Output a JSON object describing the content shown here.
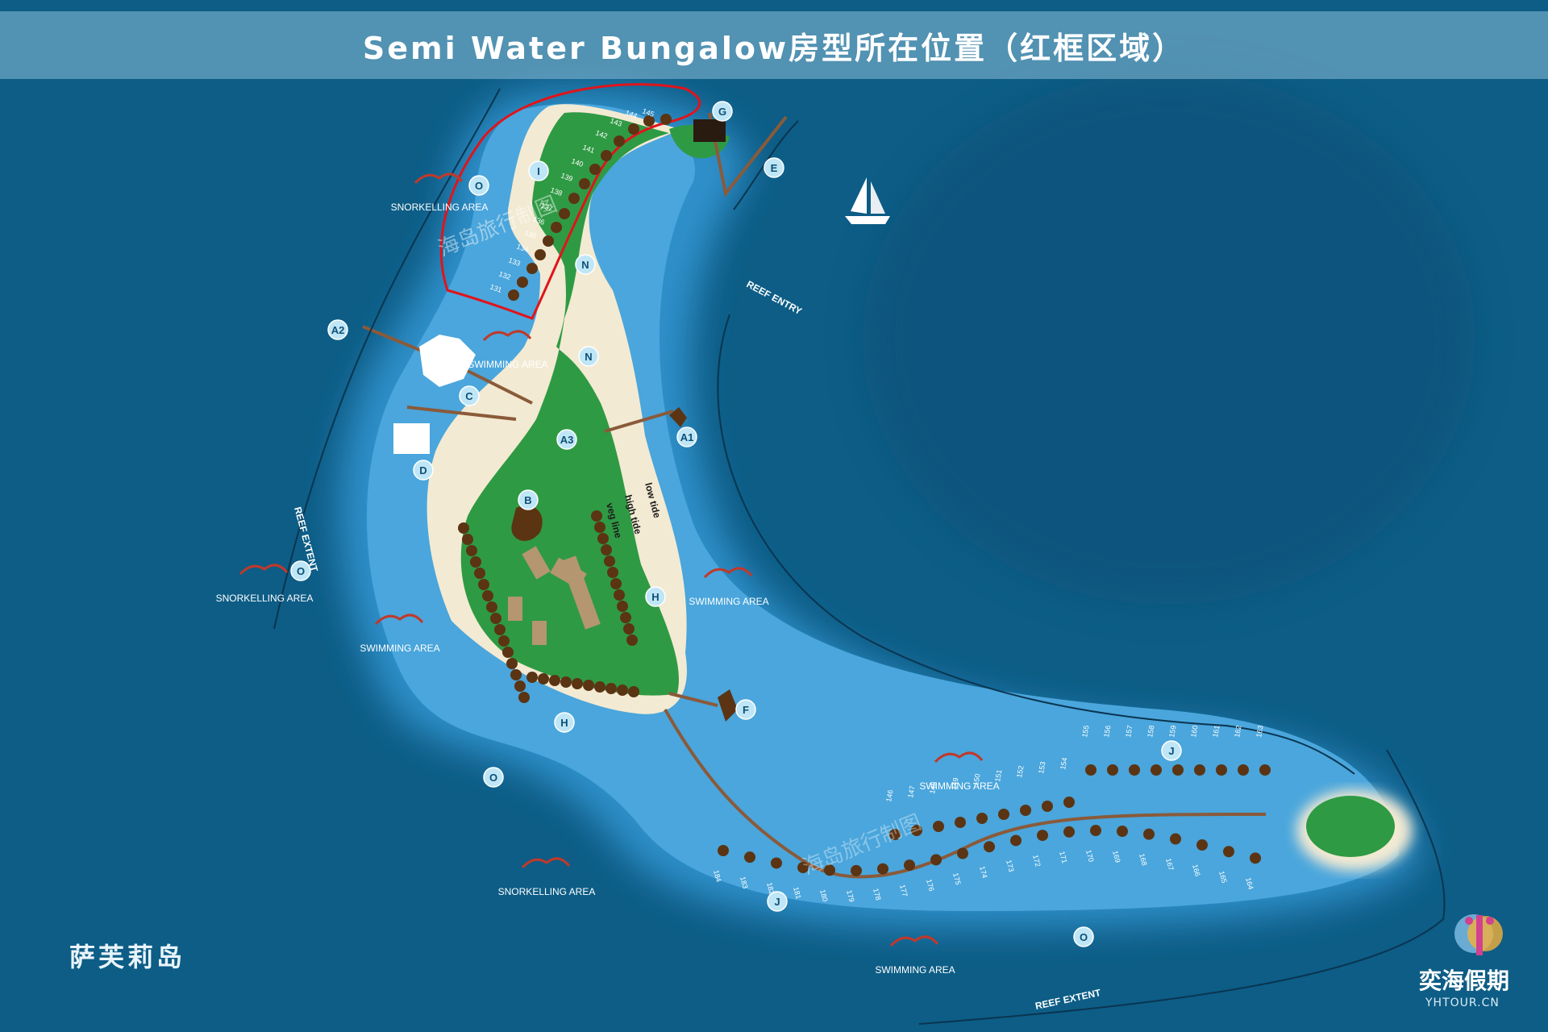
{
  "title": "Semi Water Bungalow房型所在位置（红框区域）",
  "island_name": "萨芙莉岛",
  "brand": {
    "name": "奕海假期",
    "url": "YHTOUR.CN"
  },
  "watermark": "海岛旅行制图",
  "colors": {
    "ocean": "#0d5d86",
    "lagoon": "#4aa6dc",
    "beach": "#f3ead3",
    "vegetation": "#2f9a44",
    "villa": "#5b3413",
    "highlight": "#e0141b",
    "marker": "#bfe6f6"
  },
  "markers": [
    {
      "label": "G"
    },
    {
      "label": "E"
    },
    {
      "label": "I"
    },
    {
      "label": "O"
    },
    {
      "label": "N"
    },
    {
      "label": "N"
    },
    {
      "label": "A2"
    },
    {
      "label": "C"
    },
    {
      "label": "A3"
    },
    {
      "label": "A1"
    },
    {
      "label": "D"
    },
    {
      "label": "B"
    },
    {
      "label": "O"
    },
    {
      "label": "H"
    },
    {
      "label": "H"
    },
    {
      "label": "F"
    },
    {
      "label": "O"
    },
    {
      "label": "J"
    },
    {
      "label": "J"
    },
    {
      "label": "O"
    }
  ],
  "areas": [
    {
      "text": "SNORKELLING AREA"
    },
    {
      "text": "SWIMMING AREA"
    },
    {
      "text": "SNORKELLING AREA"
    },
    {
      "text": "SWIMMING AREA"
    },
    {
      "text": "SWIMMING AREA"
    },
    {
      "text": "SWIMMING AREA"
    },
    {
      "text": "SNORKELLING AREA"
    },
    {
      "text": "SWIMMING AREA"
    }
  ],
  "annotations": [
    {
      "text": "REEF ENTRY"
    },
    {
      "text": "REEF EXTENT"
    },
    {
      "text": "REEF EXTENT"
    },
    {
      "text": "low tide"
    },
    {
      "text": "high tide"
    },
    {
      "text": "veg line"
    }
  ],
  "north_villas": [
    "131",
    "132",
    "133",
    "134",
    "135",
    "136",
    "137",
    "138",
    "139",
    "140",
    "141",
    "142",
    "143",
    "144",
    "145"
  ],
  "jetty_top": [
    "184",
    "183",
    "182",
    "181",
    "180",
    "179",
    "178",
    "177",
    "176",
    "175",
    "174",
    "173",
    "172",
    "171",
    "170",
    "169",
    "168",
    "167",
    "166",
    "165",
    "164"
  ],
  "jetty_bottom": [
    "146",
    "147",
    "148",
    "149",
    "150",
    "151",
    "152",
    "153",
    "154",
    "155",
    "156",
    "157",
    "158",
    "159",
    "160",
    "161",
    "162",
    "163"
  ]
}
